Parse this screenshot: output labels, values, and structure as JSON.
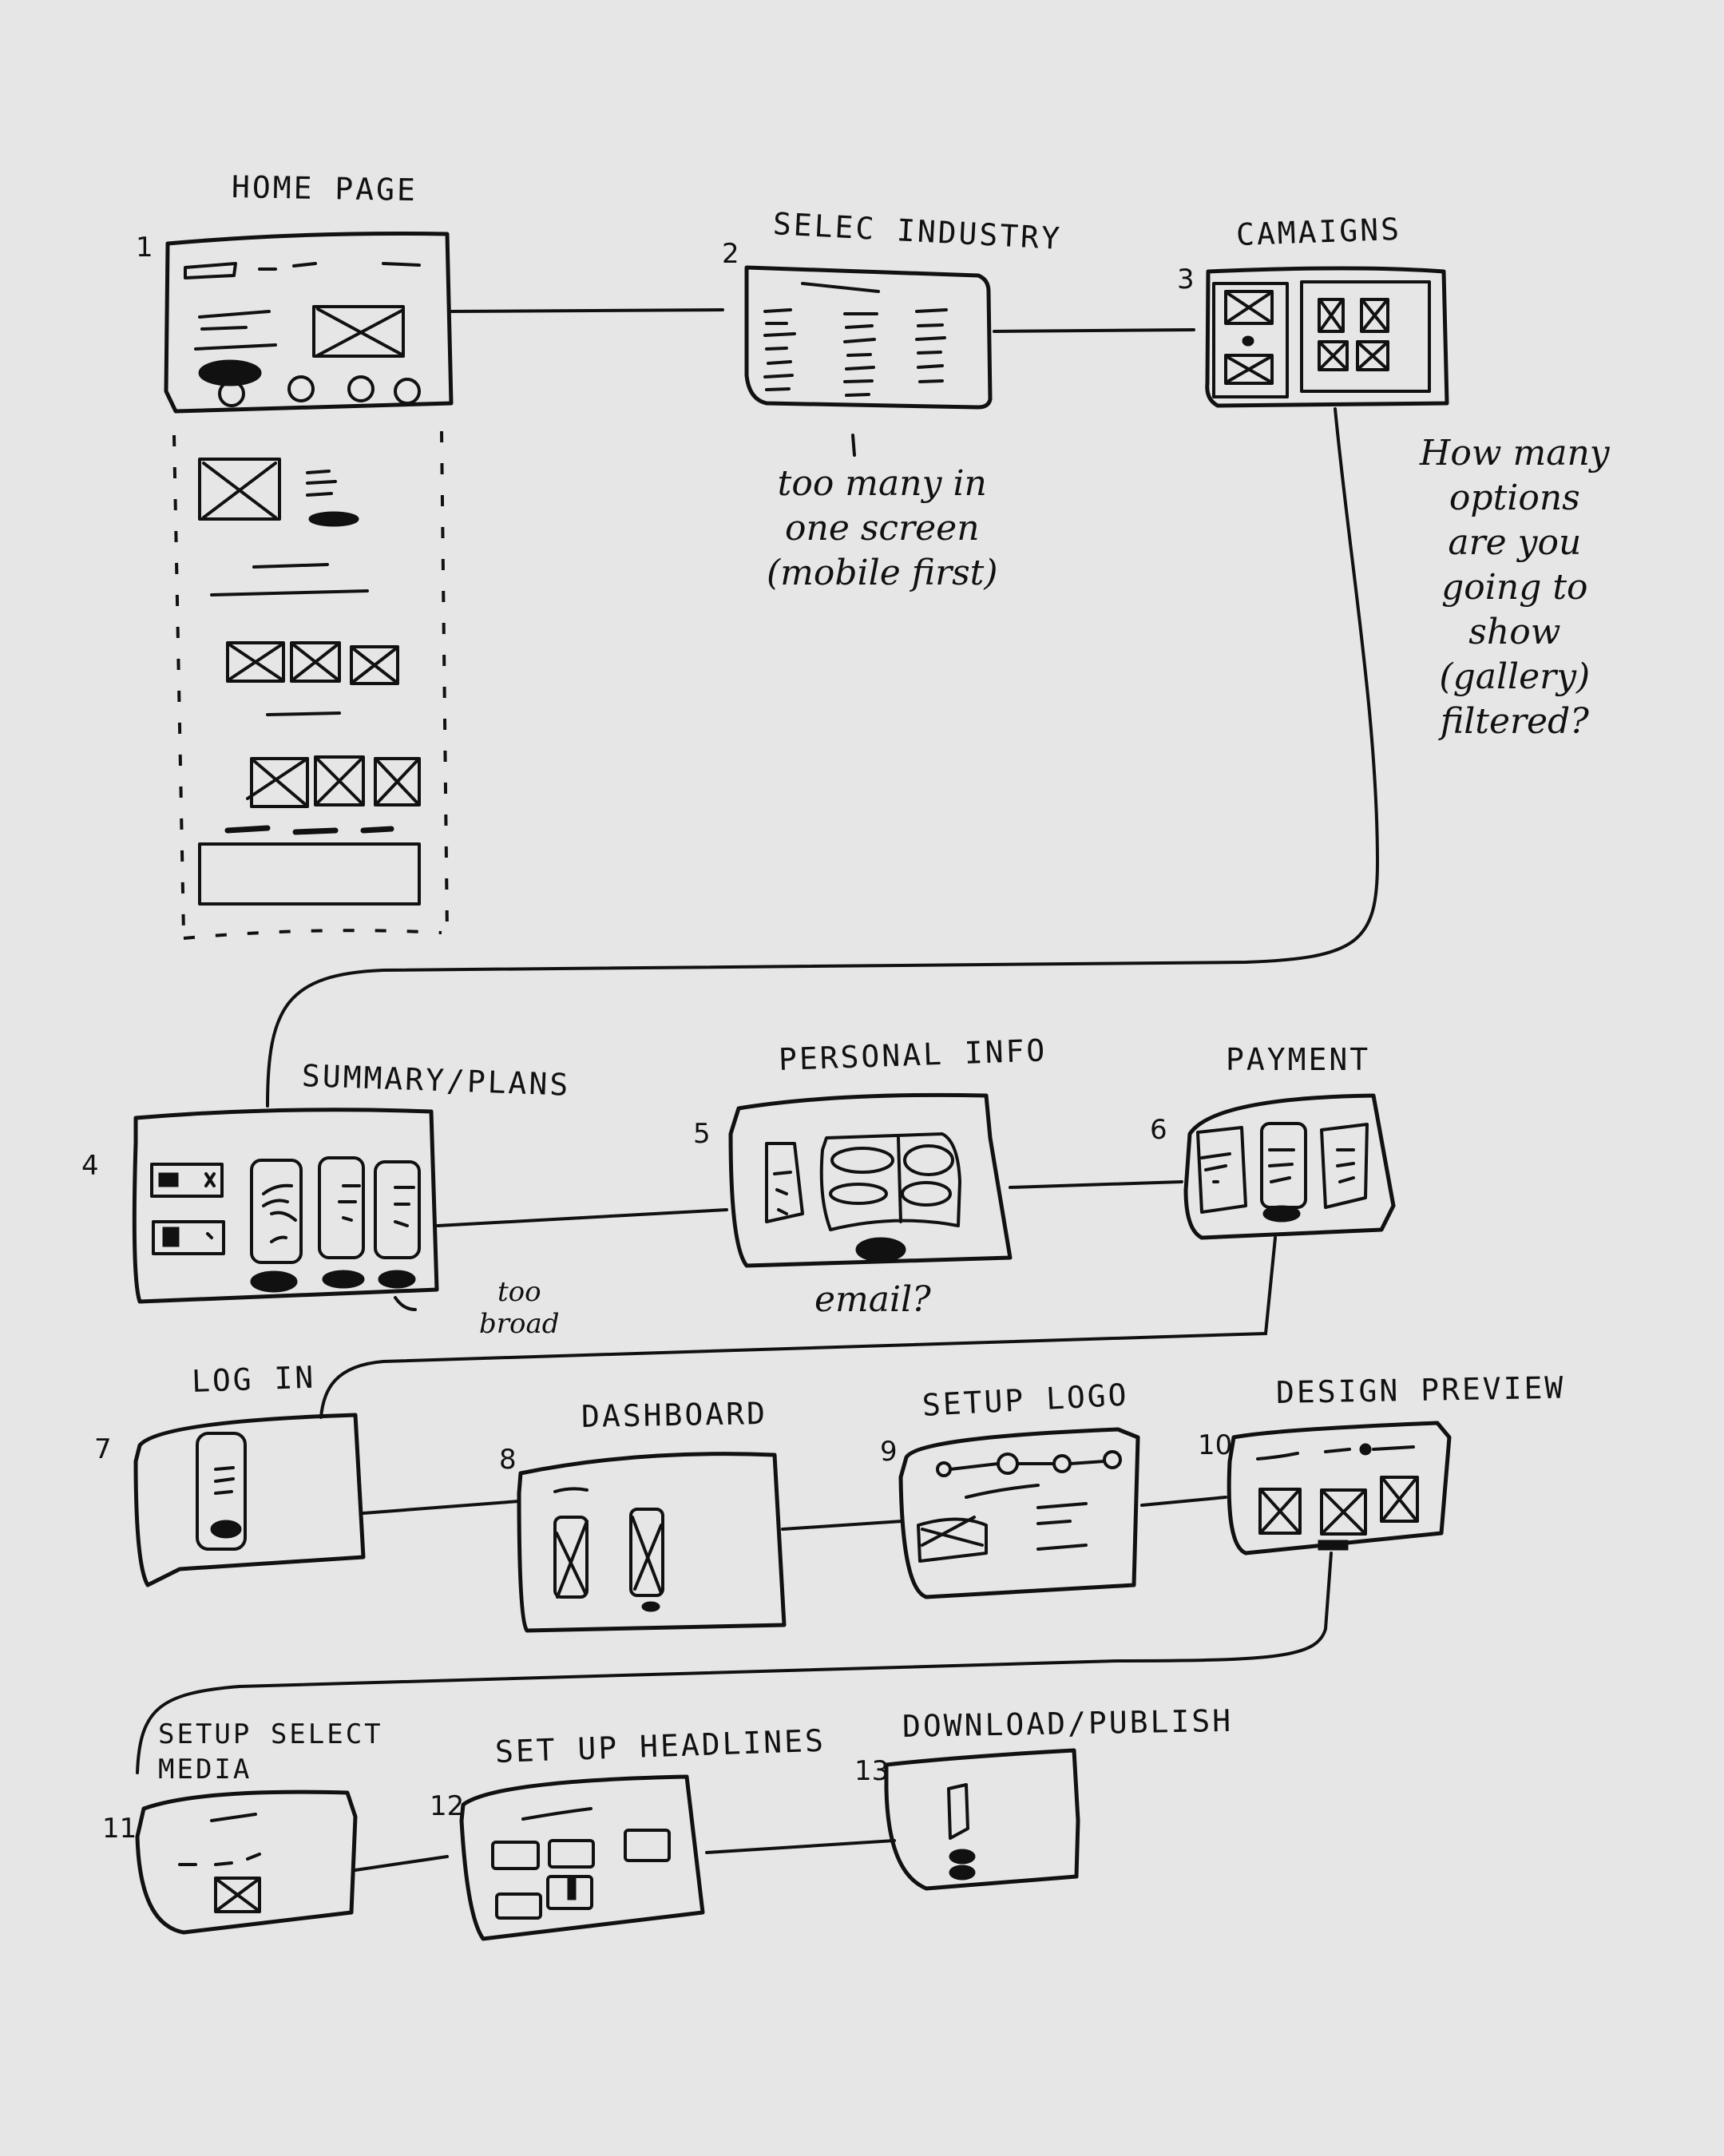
{
  "diagram": {
    "type": "wireframe-user-flow",
    "screens": [
      {
        "number": "1",
        "label": "HOME PAGE"
      },
      {
        "number": "2",
        "label": "SELEC INDUSTRY"
      },
      {
        "number": "3",
        "label": "CAMAIGNS"
      },
      {
        "number": "4",
        "label": "SUMMARY/PLANS"
      },
      {
        "number": "5",
        "label": "PERSONAL INFO"
      },
      {
        "number": "6",
        "label": "PAYMENT"
      },
      {
        "number": "7",
        "label": "LOG IN"
      },
      {
        "number": "8",
        "label": "DASHBOARD"
      },
      {
        "number": "9",
        "label": "SETUP LOGO"
      },
      {
        "number": "10",
        "label": "DESIGN PREVIEW"
      },
      {
        "number": "11",
        "label": "SETUP SELECT MEDIA"
      },
      {
        "number": "12",
        "label": "SET UP HEADLINES"
      },
      {
        "number": "13",
        "label": "DOWNLOAD/PUBLISH"
      }
    ],
    "notes": {
      "industry": [
        "too many in",
        "one screen",
        "(mobile first)"
      ],
      "campaigns": [
        "How many",
        "options",
        "are you",
        "going to",
        "show",
        "(gallery)",
        "filtered?"
      ],
      "plans": [
        "too",
        "broad"
      ],
      "personal_info": [
        "email?"
      ]
    },
    "connections": [
      [
        "1",
        "2"
      ],
      [
        "2",
        "3"
      ],
      [
        "3",
        "4"
      ],
      [
        "4",
        "5"
      ],
      [
        "5",
        "6"
      ],
      [
        "6",
        "7"
      ],
      [
        "7",
        "8"
      ],
      [
        "8",
        "9"
      ],
      [
        "9",
        "10"
      ],
      [
        "10",
        "11"
      ],
      [
        "11",
        "12"
      ],
      [
        "12",
        "13"
      ]
    ]
  },
  "colors": {
    "background": "#e6e6e6",
    "ink": "#111111"
  }
}
